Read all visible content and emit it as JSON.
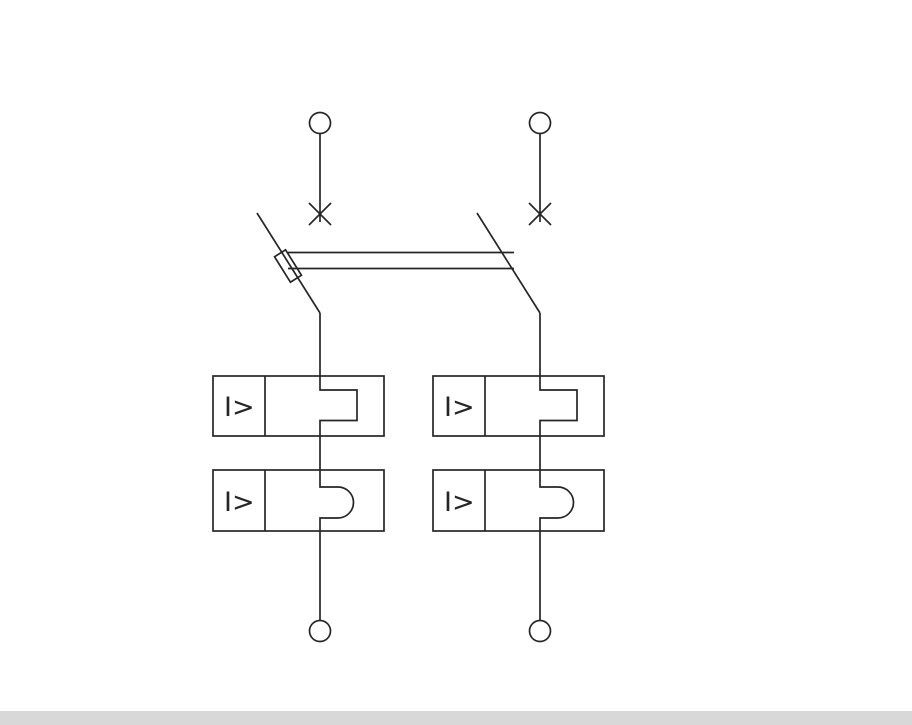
{
  "page": {
    "background_color": "#ffffff",
    "footer_bar_color": "#d8d8d8",
    "line_color": "#262626"
  },
  "diagram": {
    "kind": "electrical-schematic",
    "component": "two-pole circuit breaker with overcurrent releases",
    "poles": [
      {
        "name": "pole-1",
        "releases": [
          {
            "type": "overcurrent-release-rectangular",
            "label": "I>"
          },
          {
            "type": "overcurrent-release-semicircular",
            "label": "I>"
          }
        ]
      },
      {
        "name": "pole-2",
        "releases": [
          {
            "type": "overcurrent-release-rectangular",
            "label": "I>"
          },
          {
            "type": "overcurrent-release-semicircular",
            "label": "I>"
          }
        ]
      }
    ]
  }
}
